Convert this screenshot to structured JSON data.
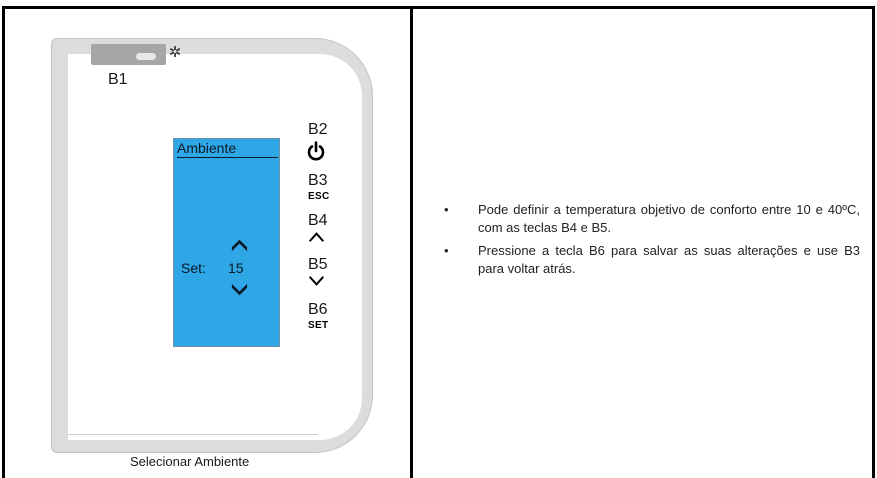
{
  "device": {
    "labels": {
      "b1": "B1",
      "b2": "B2",
      "b3": "B3",
      "b4": "B4",
      "b5": "B5",
      "b6": "B6"
    },
    "esc_label": "ESC",
    "set_key_label": "SET",
    "icons": {
      "b2": "power-icon",
      "b4": "chevron-up-icon",
      "b5": "chevron-down-icon",
      "b1_side": "sun-icon"
    },
    "sun_glyph": "✲"
  },
  "screen": {
    "title": "Ambiente",
    "set_label": "Set:",
    "set_value": "15",
    "background": "#2fa6e5"
  },
  "caption": "Selecionar Ambiente",
  "instructions": [
    "Pode definir a temperatura objetivo de conforto entre 10 e 40ºC, com as teclas B4 e B5.",
    "Pressione a tecla B6 para salvar as suas alterações e use B3 para voltar atrás."
  ]
}
